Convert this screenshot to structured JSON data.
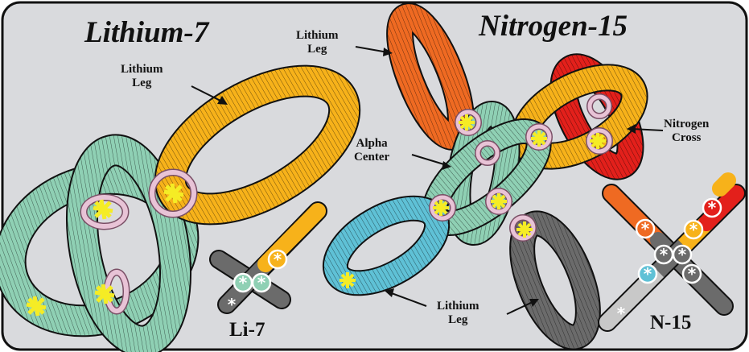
{
  "titles": {
    "left": "Lithium-7",
    "right": "Nitrogen-15"
  },
  "labels": {
    "li7_leg": [
      "Lithium",
      "Leg"
    ],
    "n15_leg_top": [
      "Lithium",
      "Leg"
    ],
    "alpha_center": [
      "Alpha",
      "Center"
    ],
    "nitrogen_cross": [
      "Nitrogen",
      "Cross"
    ],
    "n15_leg_bottom": [
      "Lithium",
      "Leg"
    ]
  },
  "codes": {
    "li7": "Li-7",
    "n15": "N-15"
  },
  "colors": {
    "alpha_green": "#8fd0b4",
    "lithium_orange_yellow": "#f7b21a",
    "lithium_orange": "#ef6a22",
    "nitrogen_red": "#e3201b",
    "lithium_blue": "#5fc1d6",
    "lithium_gray": "#6b6b6b",
    "light_gray": "#c8c8c8",
    "background": "#d9dadd",
    "joint_pink": "#e8c3d6",
    "star_yellow": "#f5ec25"
  }
}
